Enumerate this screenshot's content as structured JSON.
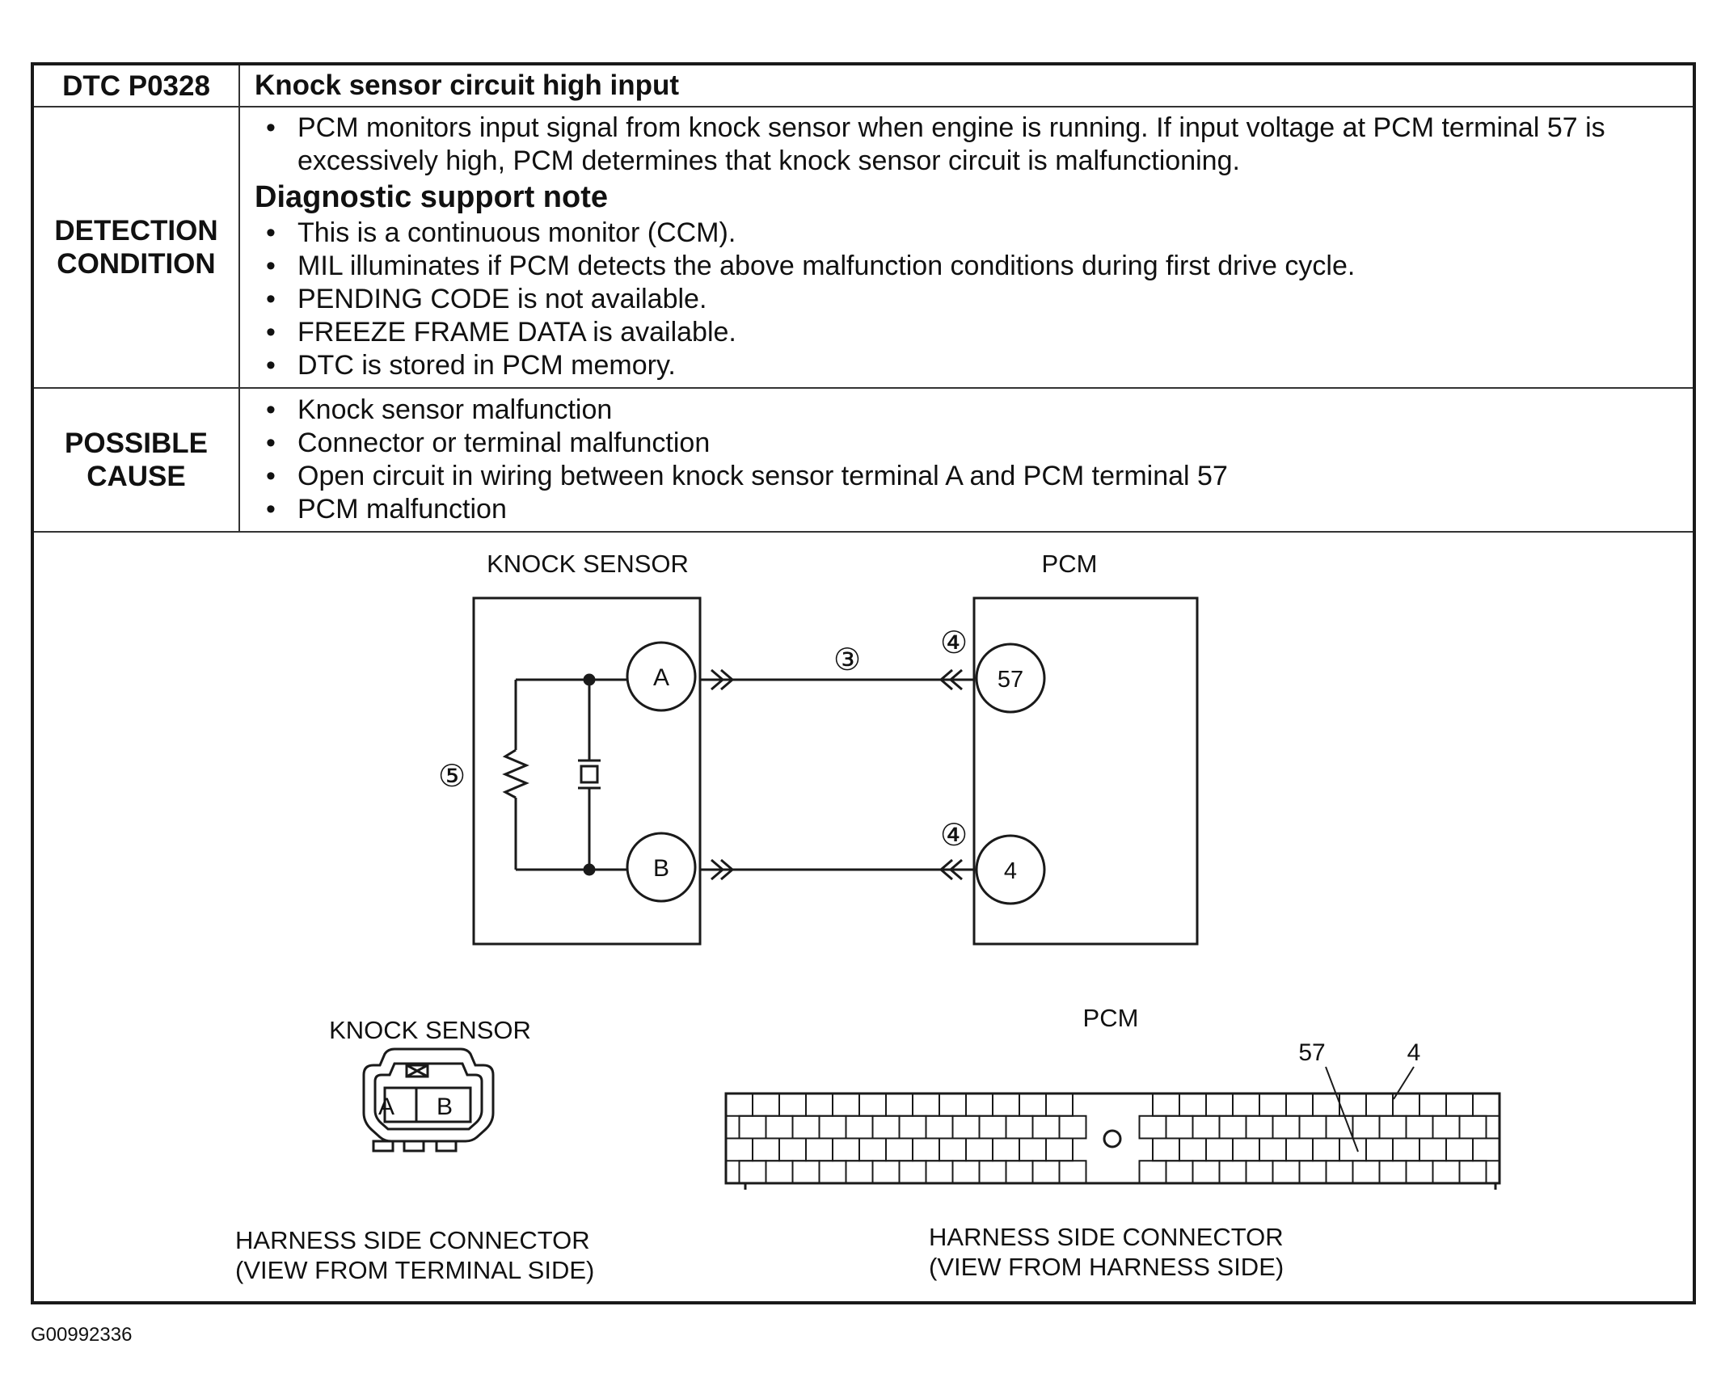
{
  "dtc": {
    "code": "DTC P0328",
    "title": "Knock sensor circuit high input"
  },
  "detection": {
    "label_line1": "DETECTION",
    "label_line2": "CONDITION",
    "bullet": "PCM monitors input signal from knock sensor when engine is running. If input voltage at PCM terminal 57 is excessively high, PCM determines that knock sensor circuit is malfunctioning.",
    "note_heading": "Diagnostic support note",
    "notes": [
      "This is a continuous monitor (CCM).",
      "MIL illuminates if PCM detects the above malfunction conditions during first drive cycle.",
      "PENDING CODE is not available.",
      "FREEZE FRAME DATA is available.",
      "DTC is stored in PCM memory."
    ]
  },
  "cause": {
    "label_line1": "POSSIBLE",
    "label_line2": "CAUSE",
    "items": [
      "Knock sensor malfunction",
      "Connector or terminal malfunction",
      "Open circuit in wiring between knock sensor terminal A and PCM terminal 57",
      "PCM malfunction"
    ]
  },
  "circuit": {
    "sensor_label": "KNOCK SENSOR",
    "pcm_label": "PCM",
    "terminal_a": "A",
    "terminal_b": "B",
    "pcm_terminal_57": "57",
    "pcm_terminal_4": "4",
    "callout_wire": "③",
    "callout_pcm_connector": "④",
    "callout_sensor_element": "⑤"
  },
  "connectors": {
    "sensor_title": "KNOCK SENSOR",
    "sensor_pin_a": "A",
    "sensor_pin_b": "B",
    "sensor_caption_line1": "HARNESS SIDE CONNECTOR",
    "sensor_caption_line2": "(VIEW FROM TERMINAL SIDE)",
    "pcm_title": "PCM",
    "pcm_pin_57": "57",
    "pcm_pin_4": "4",
    "pcm_caption_line1": "HARNESS SIDE CONNECTOR",
    "pcm_caption_line2": "(VIEW FROM HARNESS SIDE)"
  },
  "figure_id": "G00992336"
}
